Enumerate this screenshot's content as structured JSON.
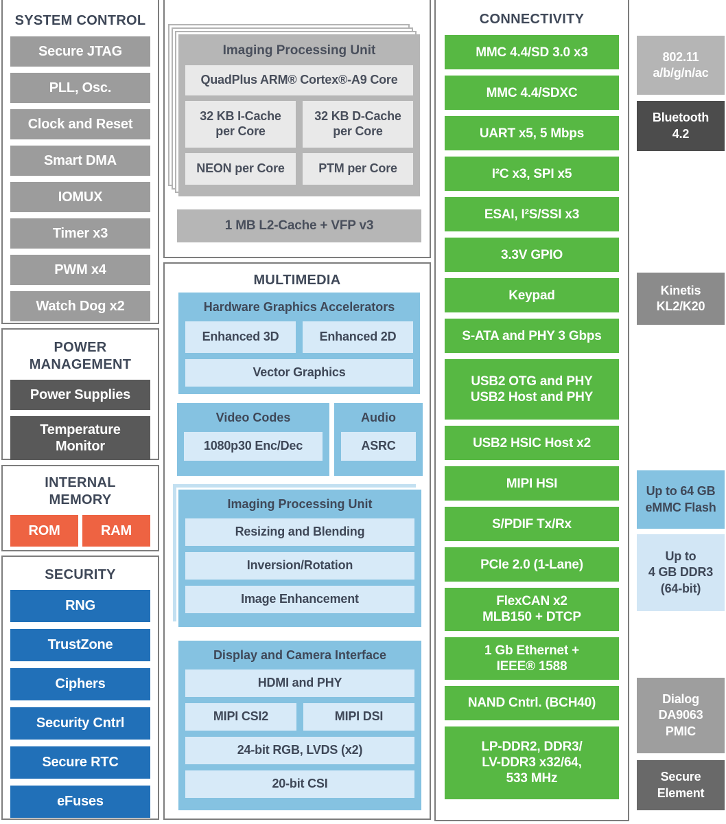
{
  "colors": {
    "green": "#57b843",
    "security_blue": "#2170b8",
    "memory_orange": "#ee6342",
    "multimedia_sky": "#85c2e1",
    "multimedia_sky_light": "#d7eaf8",
    "gray_box": "#9c9c9c",
    "gray_dark": "#595959",
    "cpu_gray": "#b6b6b6",
    "dark_text": "#3f4858"
  },
  "left": {
    "system_control": {
      "title": "SYSTEM CONTROL",
      "items": [
        "Secure JTAG",
        "PLL, Osc.",
        "Clock and Reset",
        "Smart DMA",
        "IOMUX",
        "Timer x3",
        "PWM x4",
        "Watch Dog x2"
      ]
    },
    "power_management": {
      "title": "POWER\nMANAGEMENT",
      "items": [
        "Power Supplies",
        "Temperature\nMonitor"
      ]
    },
    "internal_memory": {
      "title": "INTERNAL\nMEMORY",
      "items": [
        "ROM",
        "RAM"
      ]
    },
    "security": {
      "title": "SECURITY",
      "items": [
        "RNG",
        "TrustZone",
        "Ciphers",
        "Security Cntrl",
        "Secure RTC",
        "eFuses"
      ]
    }
  },
  "cpu": {
    "title": "Imaging Processing Unit",
    "core": "QuadPlus ARM® Cortex®-A9 Core",
    "icache": "32 KB I-Cache\nper Core",
    "dcache": "32 KB D-Cache\nper Core",
    "neon": "NEON per Core",
    "ptm": "PTM per Core",
    "l2": "1 MB L2-Cache + VFP v3"
  },
  "multimedia": {
    "title": "MULTIMEDIA",
    "hga": {
      "title": "Hardware Graphics Accelerators",
      "items": [
        "Enhanced 3D",
        "Enhanced 2D",
        "Vector Graphics"
      ]
    },
    "video": {
      "title": "Video Codes",
      "item": "1080p30 Enc/Dec"
    },
    "audio": {
      "title": "Audio",
      "item": "ASRC"
    },
    "ipu": {
      "title": "Imaging Processing Unit",
      "items": [
        "Resizing and Blending",
        "Inversion/Rotation",
        "Image Enhancement"
      ]
    },
    "display": {
      "title": "Display and Camera Interface",
      "items": [
        "HDMI and PHY",
        "MIPI CSI2",
        "MIPI DSI",
        "24-bit RGB, LVDS (x2)",
        "20-bit CSI"
      ]
    }
  },
  "connectivity": {
    "title": "CONNECTIVITY",
    "items": [
      "MMC 4.4/SD 3.0 x3",
      "MMC 4.4/SDXC",
      "UART x5, 5 Mbps",
      "I²C x3, SPI x5",
      "ESAI, I²S/SSI x3",
      "3.3V GPIO",
      "Keypad",
      "S-ATA and PHY 3 Gbps",
      "USB2 OTG and PHY\nUSB2 Host and PHY",
      "USB2 HSIC Host x2",
      "MIPI HSI",
      "S/PDIF Tx/Rx",
      "PCIe 2.0 (1-Lane)",
      "FlexCAN x2\nMLB150 + DTCP",
      "1 Gb Ethernet +\nIEEE® 1588",
      "NAND Cntrl. (BCH40)",
      "LP-DDR2, DDR3/\nLV-DDR3 x32/64,\n533 MHz"
    ]
  },
  "external": {
    "items": [
      "802.11\na/b/g/n/ac",
      "Bluetooth\n4.2",
      "Kinetis\nKL2/K20",
      "Up to 64 GB\neMMC Flash",
      "Up to\n4 GB DDR3\n(64-bit)",
      "Dialog\nDA9063\nPMIC",
      "Secure\nElement"
    ]
  }
}
